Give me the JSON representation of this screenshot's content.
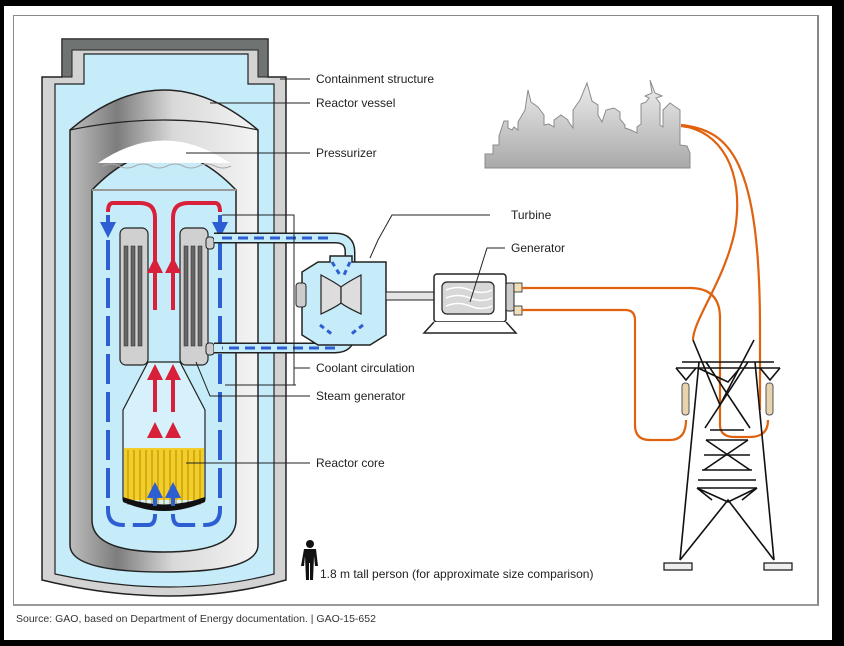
{
  "labels": {
    "containment": "Containment structure",
    "vessel": "Reactor vessel",
    "pressurizer": "Pressurizer",
    "turbine": "Turbine",
    "generator": "Generator",
    "coolant": "Coolant circulation",
    "steam_gen": "Steam generator",
    "core": "Reactor core",
    "person": "1.8 m tall person (for approximate size comparison)"
  },
  "source": {
    "text": "Source: GAO, based on Department of Energy documentation.",
    "separator": "|",
    "report_id": "GAO-15-652"
  },
  "colors": {
    "water": "#c6ecfa",
    "containment_dark": "#6f7473",
    "steel": "#d0d0d0",
    "hot_flow": "#d9203a",
    "cold_flow": "#2d5fd3",
    "power_line": "#e0620f",
    "fuel": "#f3cd2a"
  },
  "icons": [
    "person-icon",
    "city-skyline-icon",
    "transmission-tower-icon",
    "turbine-icon",
    "generator-icon"
  ]
}
